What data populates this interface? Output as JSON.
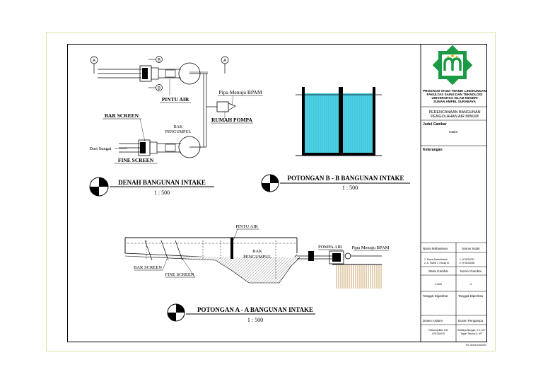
{
  "plan": {
    "labels": {
      "pintu_air": "PINTU AIR",
      "pipa_bpam": "Pipa Menuju BPAM",
      "rumah_pompa": "RUMAH POMPA",
      "bar_screen": "BAR SCREEN",
      "bak_pengumpul_1": "BAK",
      "bak_pengumpul_2": "PENGUMPUL",
      "dari_sungai": "Dari Sungai",
      "fine_screen": "FINE SCREEN",
      "marker_a": "A",
      "marker_b": "B"
    },
    "title": "DENAH BANGUNAN INTAKE",
    "scale": "1 : 500"
  },
  "section_b": {
    "title": "POTONGAN B - B BANGUNAN INTAKE",
    "scale": "1 : 500"
  },
  "section_a": {
    "labels": {
      "pintu_air": "PINTU AIR",
      "pompa_air": "POMPA AIR",
      "pipa_bpam": "Pipa Menuju BPAM",
      "bak_pengumpul_1": "BAK",
      "bak_pengumpul_2": "PENGUMPUL",
      "bar_screen": "BAR SCREEN",
      "fine_screen": "FINE SCREEN"
    },
    "title": "POTONGAN A - A BANGUNAN INTAKE",
    "scale": "1 : 500"
  },
  "title_block": {
    "institution": [
      "PROGRAM STUDI TEKNIK LINGKUNGAN",
      "FAKULTAS SAINS DAN TEKNOLOGI",
      "UNIVERSITAS ISLAM NEGERI",
      "SUNAN AMPEL SURABAYA"
    ],
    "project": [
      "PERENCANAAN BANGUNAN",
      "PENGOLAHAN AIR MINUM"
    ],
    "judul_label": "Judul Gambar",
    "judul_value": "Intake",
    "keterangan_label": "Keterangan",
    "nama_mhs_label": "Nama Mahasiswa",
    "nim_label": "Nomor Induk",
    "students": [
      "1.    Diana Dwianthiwati",
      "2.    A. Fadhli J. Faruqi M."
    ],
    "nims": [
      "1.    H75216031",
      "2.    H75216036"
    ],
    "skala_label": "Skala Gambar",
    "skala_value": "1:500",
    "nomor_gambar_label": "Nomor Gambar",
    "nomor_gambar_value": "4",
    "tgl_digambar_label": "Tanggal Digambar",
    "tgl_diperiksa_label": "Tanggal Diperiksa",
    "dosen_label": "Dosen Asisten",
    "pembimbing_label": "Dosen Pengampu",
    "dosen_value": [
      "Rizka Aprilian Citri",
      "H75216029"
    ],
    "pembimbing_value": [
      "Sulistiya Nengse, S.T, M.T",
      "Teguh Taruna U, M.T"
    ],
    "footer": "Tel. 0xxxx-xxxxxxxx"
  },
  "colors": {
    "logo_green": "#1a9a44",
    "water_cyan": "#4fd6e8",
    "ground_brown": "#c8a064"
  }
}
